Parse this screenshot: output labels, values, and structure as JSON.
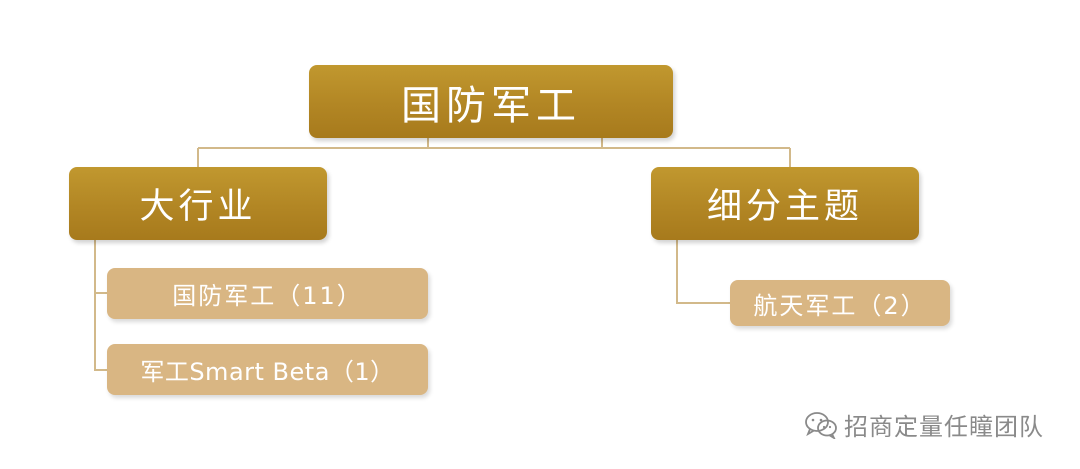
{
  "diagram": {
    "root": {
      "label": "国防军工"
    },
    "categories": [
      {
        "label": "大行业",
        "items": [
          {
            "label": "国防军工（11）"
          },
          {
            "label": "军工Smart Beta（1）"
          }
        ]
      },
      {
        "label": "细分主题",
        "items": [
          {
            "label": "航天军工（2）"
          }
        ]
      }
    ]
  },
  "colors": {
    "primary_box": "#b28624",
    "secondary_box": "#d9b683",
    "connector": "#d2b98a",
    "text": "#ffffff",
    "watermark": "#8a8a8a"
  },
  "watermark": {
    "icon": "wechat-icon",
    "text": "招商定量任瞳团队"
  }
}
